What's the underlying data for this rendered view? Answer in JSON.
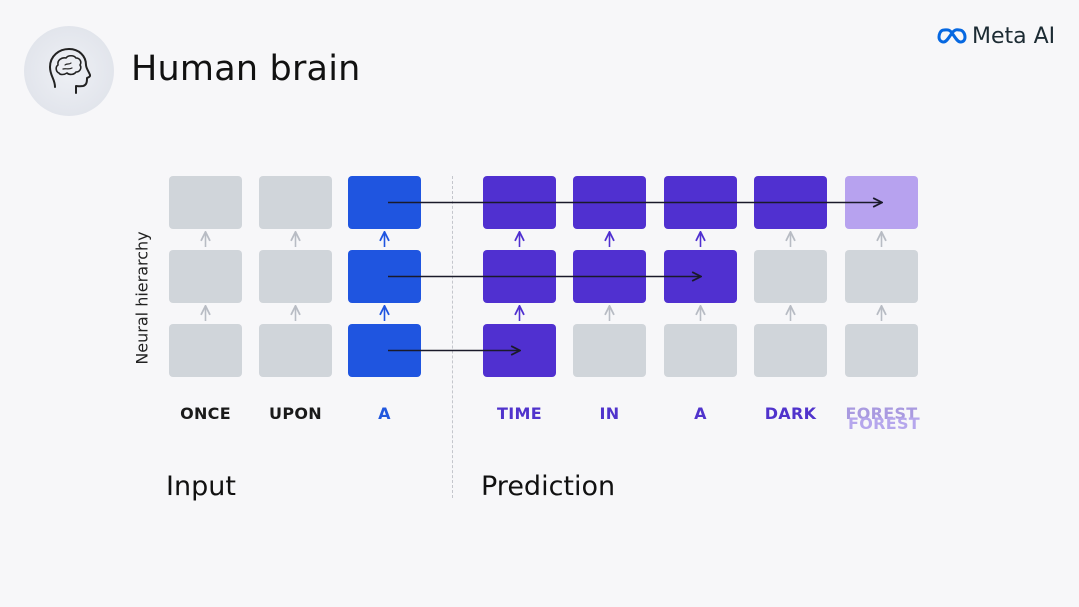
{
  "header": {
    "title": "Human brain",
    "avatar_icon": "head-brain-icon",
    "brand": {
      "logo_icon": "meta-infinity-icon",
      "name": "Meta AI",
      "color": "#0668e1"
    }
  },
  "diagram": {
    "y_axis_label": "Neural hierarchy",
    "input_label": "Input",
    "prediction_label": "Prediction",
    "words": [
      "ONCE",
      "UPON",
      "A",
      "TIME",
      "IN",
      "A",
      "DARK",
      "FOREST"
    ],
    "ghost_word": "FOREST",
    "columns": [
      {
        "word": "ONCE",
        "group": "input",
        "cells": [
          "gray",
          "gray",
          "gray"
        ]
      },
      {
        "word": "UPON",
        "group": "input",
        "cells": [
          "gray",
          "gray",
          "gray"
        ]
      },
      {
        "word": "A",
        "group": "input",
        "cells": [
          "blue",
          "blue",
          "blue"
        ]
      },
      {
        "word": "TIME",
        "group": "prediction",
        "cells": [
          "purple",
          "purple",
          "purple"
        ]
      },
      {
        "word": "IN",
        "group": "prediction",
        "cells": [
          "purple",
          "purple",
          "gray"
        ]
      },
      {
        "word": "A",
        "group": "prediction",
        "cells": [
          "purple",
          "purple",
          "gray"
        ]
      },
      {
        "word": "DARK",
        "group": "prediction",
        "cells": [
          "purple",
          "gray",
          "gray"
        ]
      },
      {
        "word": "FOREST",
        "group": "prediction",
        "cells": [
          "lightpurple",
          "gray",
          "gray"
        ]
      }
    ],
    "prediction_arrows": [
      {
        "level": "top",
        "from_word_index": 2,
        "to_word_index": 7
      },
      {
        "level": "middle",
        "from_word_index": 2,
        "to_word_index": 5
      },
      {
        "level": "bottom",
        "from_word_index": 2,
        "to_word_index": 3
      }
    ],
    "colors": {
      "gray": "#d0d5da",
      "blue": "#1f55e0",
      "purple": "#5030d0",
      "lightpurple": "#b7a2ef",
      "arrow_gray": "#b8bcc4",
      "arrow_dark": "#1a1a2a"
    }
  }
}
